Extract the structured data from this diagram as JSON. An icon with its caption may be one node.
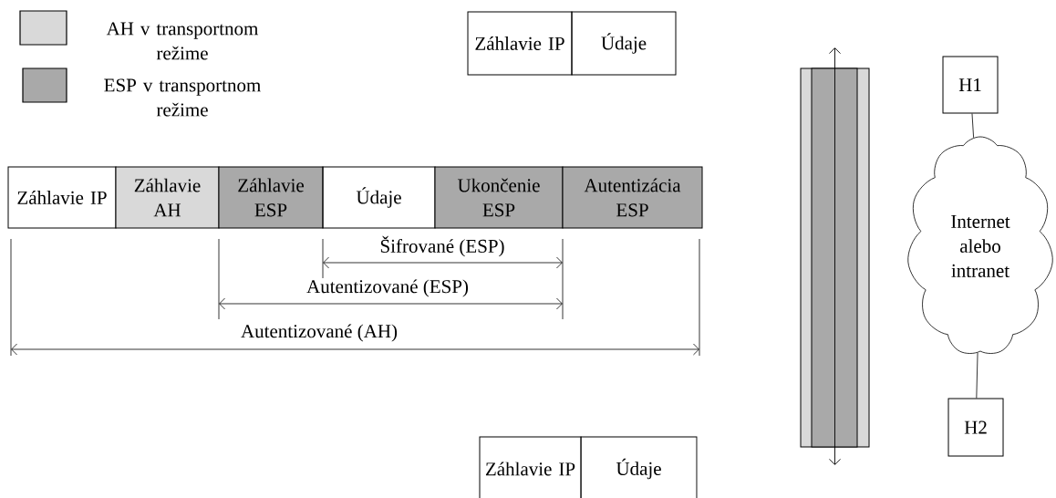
{
  "diagram": {
    "nodes": [
      {
        "text": [
          "Záhlavie IP"
        ]
      },
      {
        "text": [
          "Údaje"
        ]
      },
      {
        "text": [
          "Záhlavie IP"
        ]
      },
      {
        "text": [
          "Záhlavie AH"
        ]
      },
      {
        "text": [
          "Záhlavie ESP"
        ]
      },
      {
        "text": [
          "Údaje"
        ]
      },
      {
        "text": [
          "Ukončenie ESP"
        ]
      },
      {
        "text": [
          "Autentizácia ESP"
        ]
      },
      {
        "text": [
          "Záhlavie IP"
        ]
      },
      {
        "text": [
          "Údaje"
        ]
      },
      {
        "text": [],
        "shape": "bar"
      },
      {
        "text": [
          "H1"
        ]
      },
      {
        "text": [
          "Internet alebo intranet"
        ]
      },
      {
        "text": [
          "H2"
        ]
      }
    ],
    "edges": [
      {
        "from": 11,
        "to": 12,
        "arrow": "none"
      },
      {
        "from": 12,
        "to": 13,
        "arrow": "none"
      }
    ],
    "labels": [
      "Šifrované (ESP)",
      "Autentizované (ESP)",
      "Autentizované (AH)"
    ],
    "legend": [
      {
        "text": "AH v transportnom režime",
        "color": "#d9d9d9"
      },
      {
        "text": "ESP v transportnom režime",
        "color": "#a9a9a9"
      }
    ]
  }
}
